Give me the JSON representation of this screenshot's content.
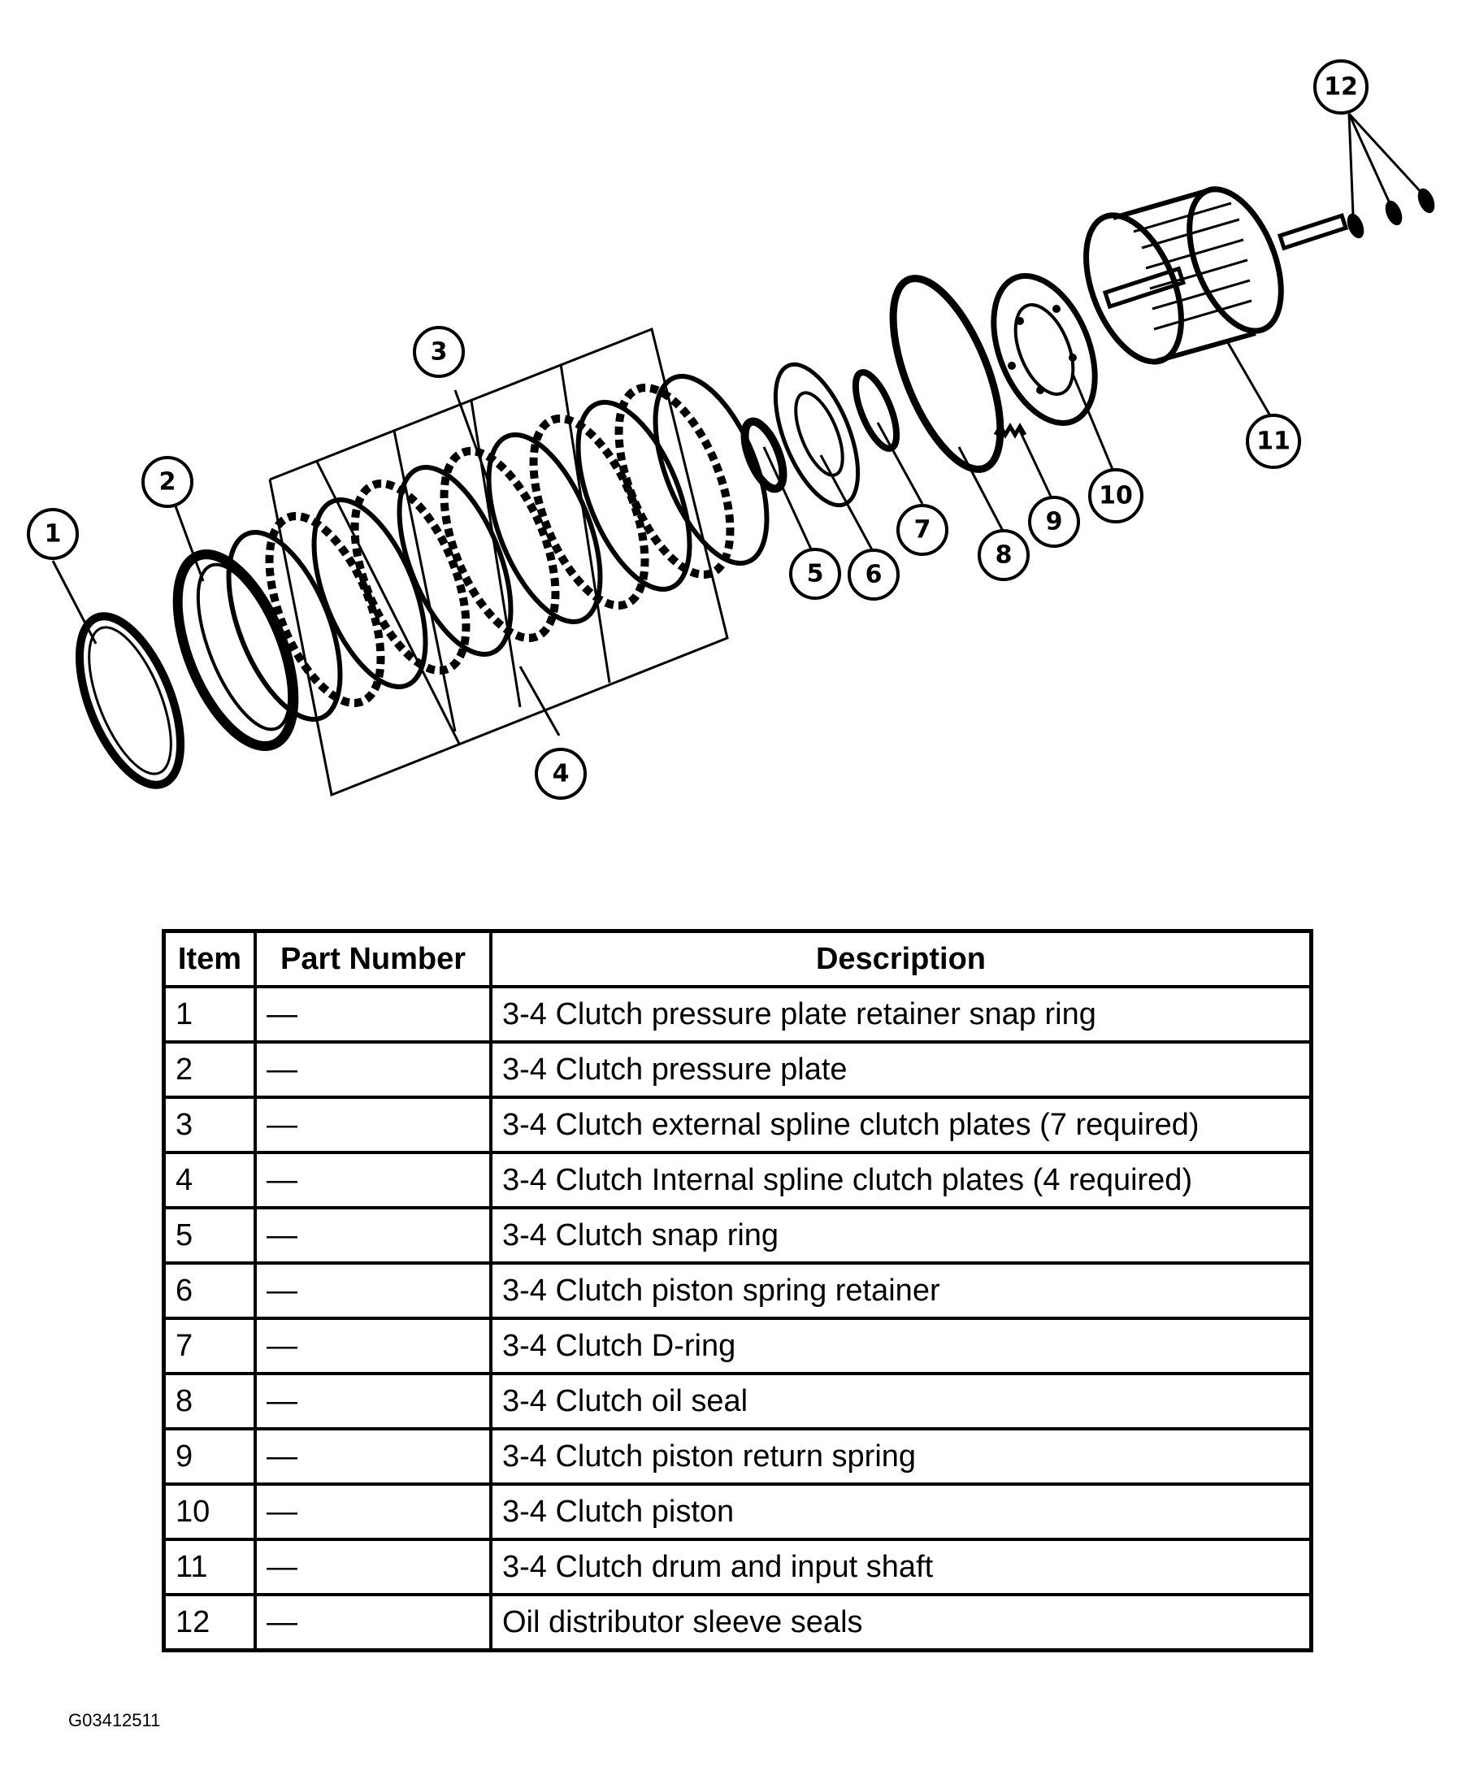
{
  "diagram": {
    "callouts": [
      "1",
      "2",
      "3",
      "4",
      "5",
      "6",
      "7",
      "8",
      "9",
      "10",
      "11",
      "12"
    ]
  },
  "table": {
    "headers": {
      "item": "Item",
      "part_number": "Part Number",
      "description": "Description"
    },
    "rows": [
      {
        "item": "1",
        "part_number": "—",
        "description": "3-4 Clutch pressure plate retainer snap ring"
      },
      {
        "item": "2",
        "part_number": "—",
        "description": "3-4 Clutch pressure plate"
      },
      {
        "item": "3",
        "part_number": "—",
        "description": "3-4 Clutch external spline clutch plates (7 required)"
      },
      {
        "item": "4",
        "part_number": "—",
        "description": "3-4 Clutch Internal spline clutch plates (4 required)"
      },
      {
        "item": "5",
        "part_number": "—",
        "description": "3-4 Clutch snap ring"
      },
      {
        "item": "6",
        "part_number": "—",
        "description": "3-4 Clutch piston spring retainer"
      },
      {
        "item": "7",
        "part_number": "—",
        "description": "3-4 Clutch D-ring"
      },
      {
        "item": "8",
        "part_number": "—",
        "description": "3-4 Clutch oil seal"
      },
      {
        "item": "9",
        "part_number": "—",
        "description": "3-4 Clutch piston return spring"
      },
      {
        "item": "10",
        "part_number": "—",
        "description": "3-4 Clutch piston"
      },
      {
        "item": "11",
        "part_number": "—",
        "description": "3-4 Clutch drum and input shaft"
      },
      {
        "item": "12",
        "part_number": "—",
        "description": "Oil distributor sleeve seals"
      }
    ]
  },
  "figure_code": "G03412511"
}
